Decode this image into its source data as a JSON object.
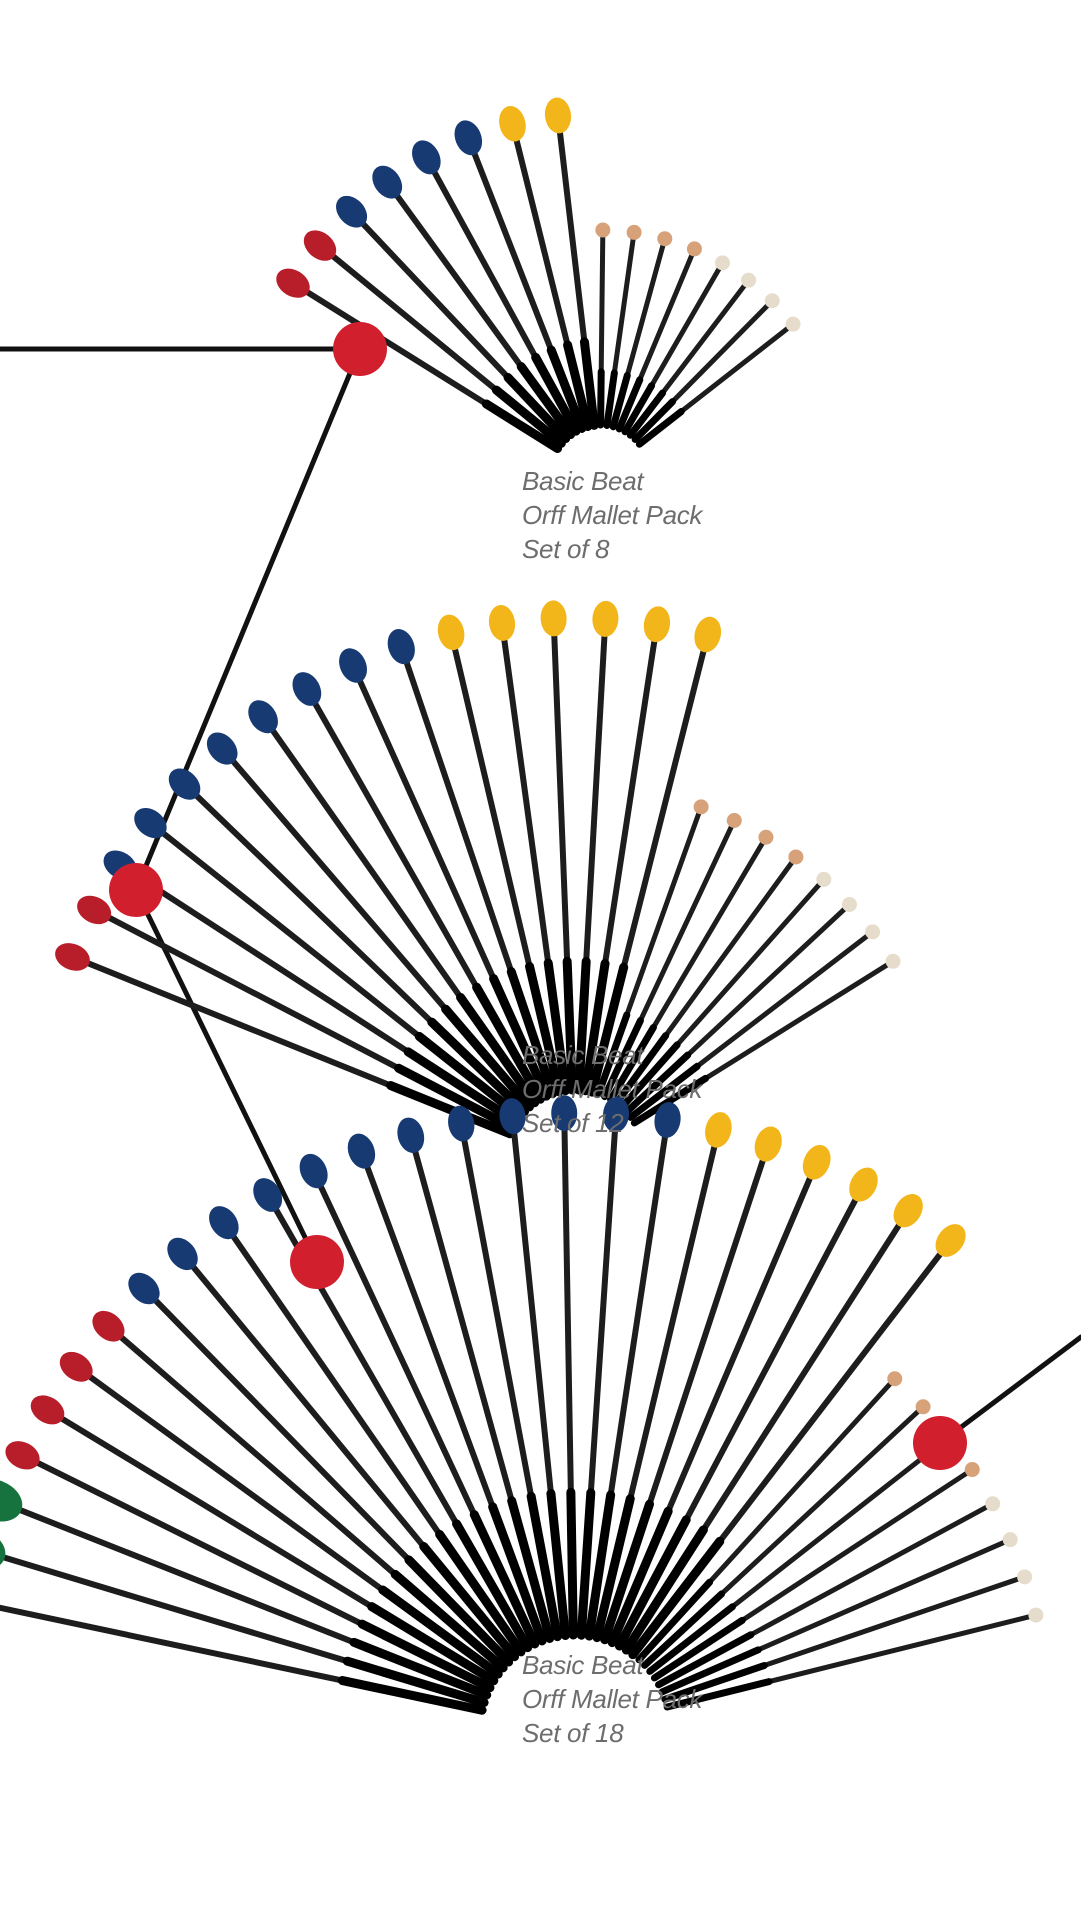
{
  "colors": {
    "background": "#ffffff",
    "node": "#d21f2e",
    "connector": "#111111",
    "caption": "#6d6d6d",
    "shaft": "#1d1d1d",
    "mallet_red": "#b81d2a",
    "mallet_blue": "#173a73",
    "mallet_yellow": "#f2b61b",
    "mallet_green": "#16733d",
    "mallet_tan": "#d7a27a",
    "mallet_cream": "#e6dccb"
  },
  "products": [
    {
      "id": "set-8",
      "caption": {
        "line1": "Basic Beat",
        "line2": "Orff Mallet Pack",
        "line3": "Set of 8"
      },
      "mallet_groups": [
        {
          "type": "yarn",
          "color": "red",
          "count": 2
        },
        {
          "type": "yarn",
          "color": "blue",
          "count": 4
        },
        {
          "type": "yarn",
          "color": "yellow",
          "count": 2
        },
        {
          "type": "ball",
          "color": "tan",
          "count": 4
        },
        {
          "type": "ball",
          "color": "cream",
          "count": 4
        }
      ]
    },
    {
      "id": "set-12",
      "caption": {
        "line1": "Basic Beat",
        "line2": "Orff Mallet Pack",
        "line3": "Set of 12"
      },
      "mallet_groups": [
        {
          "type": "yarn",
          "color": "red",
          "count": 2
        },
        {
          "type": "yarn",
          "color": "blue",
          "count": 8
        },
        {
          "type": "yarn",
          "color": "yellow",
          "count": 6
        },
        {
          "type": "ball",
          "color": "tan",
          "count": 4
        },
        {
          "type": "ball",
          "color": "cream",
          "count": 4
        }
      ]
    },
    {
      "id": "set-18",
      "caption": {
        "line1": "Basic Beat",
        "line2": "Orff Mallet Pack",
        "line3": "Set of 18"
      },
      "mallet_groups": [
        {
          "type": "yarn",
          "color": "green",
          "count": 3
        },
        {
          "type": "yarn",
          "color": "red",
          "count": 4
        },
        {
          "type": "yarn",
          "color": "blue",
          "count": 12
        },
        {
          "type": "yarn",
          "color": "yellow",
          "count": 6
        },
        {
          "type": "ball",
          "color": "tan",
          "count": 4
        },
        {
          "type": "ball",
          "color": "cream",
          "count": 4
        }
      ]
    }
  ]
}
